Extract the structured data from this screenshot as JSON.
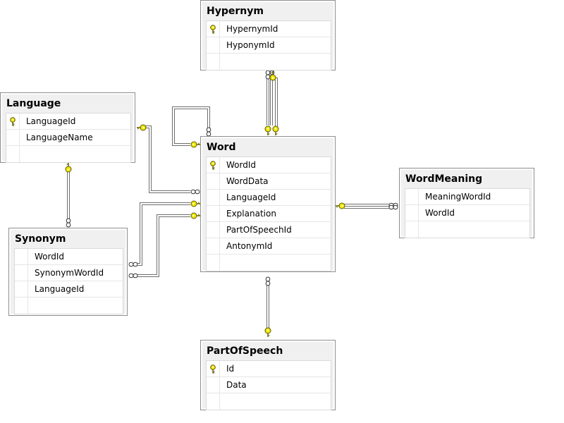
{
  "tables": [
    {
      "id": "hypernym",
      "title": "Hypernym",
      "columns": [
        {
          "name": "HypernymId",
          "pk": true
        },
        {
          "name": "HyponymId",
          "pk": false
        }
      ]
    },
    {
      "id": "language",
      "title": "Language",
      "columns": [
        {
          "name": "LanguageId",
          "pk": true
        },
        {
          "name": "LanguageName",
          "pk": false
        }
      ]
    },
    {
      "id": "word",
      "title": "Word",
      "columns": [
        {
          "name": "WordId",
          "pk": true
        },
        {
          "name": "WordData",
          "pk": false
        },
        {
          "name": "LanguageId",
          "pk": false
        },
        {
          "name": "Explanation",
          "pk": false
        },
        {
          "name": "PartOfSpeechId",
          "pk": false
        },
        {
          "name": "AntonymId",
          "pk": false
        }
      ]
    },
    {
      "id": "wordmeaning",
      "title": "WordMeaning",
      "columns": [
        {
          "name": "MeaningWordId",
          "pk": false
        },
        {
          "name": "WordId",
          "pk": false
        }
      ]
    },
    {
      "id": "synonym",
      "title": "Synonym",
      "columns": [
        {
          "name": "WordId",
          "pk": false
        },
        {
          "name": "SynonymWordId",
          "pk": false
        },
        {
          "name": "LanguageId",
          "pk": false
        }
      ]
    },
    {
      "id": "partofspeech",
      "title": "PartOfSpeech",
      "columns": [
        {
          "name": "Id",
          "pk": true
        },
        {
          "name": "Data",
          "pk": false
        }
      ]
    }
  ],
  "relationships": [
    {
      "from": "hypernym",
      "to": "word",
      "from_end": "many",
      "to_end": "one",
      "column": "HypernymId"
    },
    {
      "from": "hypernym",
      "to": "word",
      "from_end": "many",
      "to_end": "one",
      "column": "HyponymId"
    },
    {
      "from": "word",
      "to": "word",
      "from_end": "many",
      "to_end": "one",
      "column": "AntonymId"
    },
    {
      "from": "word",
      "to": "language",
      "from_end": "many",
      "to_end": "one",
      "column": "LanguageId"
    },
    {
      "from": "synonym",
      "to": "language",
      "from_end": "many",
      "to_end": "one",
      "column": "LanguageId"
    },
    {
      "from": "synonym",
      "to": "word",
      "from_end": "many",
      "to_end": "one",
      "column": "WordId"
    },
    {
      "from": "synonym",
      "to": "word",
      "from_end": "many",
      "to_end": "one",
      "column": "SynonymWordId"
    },
    {
      "from": "wordmeaning",
      "to": "word",
      "from_end": "many",
      "to_end": "one",
      "column": "MeaningWordId"
    },
    {
      "from": "wordmeaning",
      "to": "word",
      "from_end": "many",
      "to_end": "one",
      "column": "WordId"
    },
    {
      "from": "word",
      "to": "partofspeech",
      "from_end": "many",
      "to_end": "one",
      "column": "PartOfSpeechId"
    }
  ],
  "icons": {
    "primary_key": "key-icon",
    "one_end": "key-icon",
    "many_end": "infinity-icon"
  },
  "colors": {
    "key_fill": "#f2e600",
    "key_stroke": "#5a5a00",
    "line": "#6e6e6e",
    "table_border": "#8e8e8e",
    "table_bg": "#f0f0f0"
  }
}
